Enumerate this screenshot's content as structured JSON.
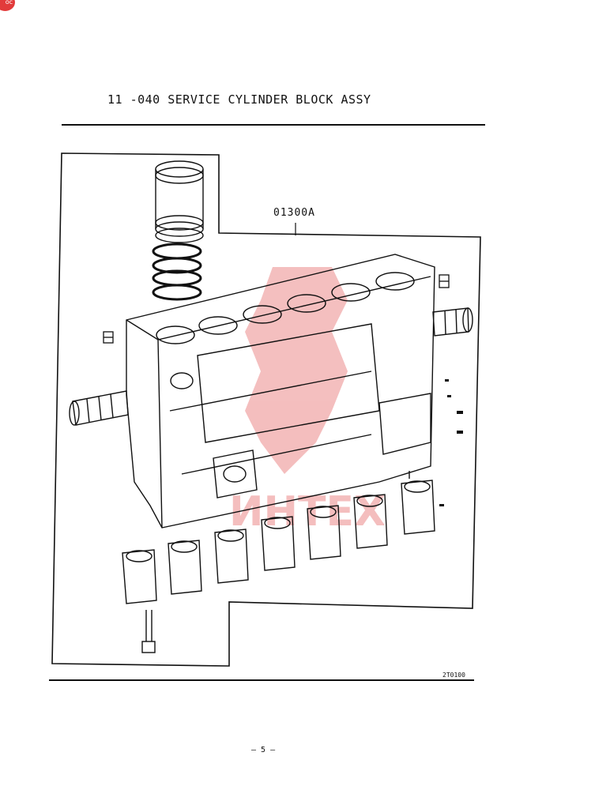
{
  "badge": {
    "text": "oc",
    "color": "#e23b3b"
  },
  "header": {
    "title": "11 -040  SERVICE CYLINDER BLOCK ASSY"
  },
  "diagram": {
    "part_number": "01300A",
    "figure_code": "2T0100",
    "watermark": "ИНТЕХ",
    "watermark_color": "#e04848"
  },
  "footer": {
    "page": "– 5 –"
  }
}
